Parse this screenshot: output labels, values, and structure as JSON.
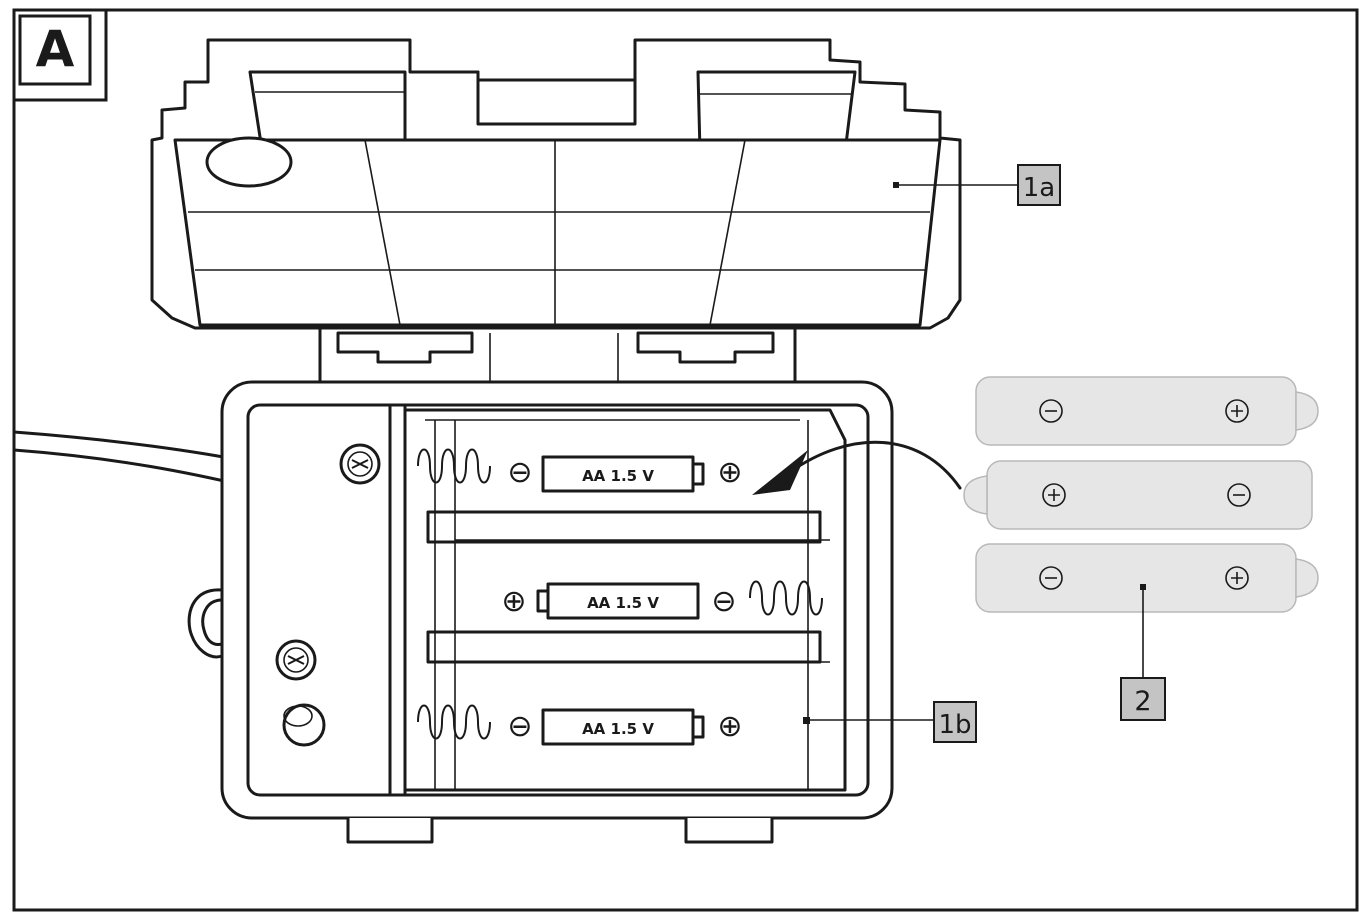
{
  "figure": {
    "panel_label": "A",
    "callouts": {
      "lid": "1a",
      "compartment": "1b",
      "batteries": "2"
    },
    "battery_marking": "AA 1.5 V",
    "polarity": {
      "plus": "⊕",
      "minus": "⊖"
    },
    "colors": {
      "line": "#1a1a1a",
      "battery_fill": "#e6e6e6",
      "label_box": "#c4c4c4"
    }
  }
}
